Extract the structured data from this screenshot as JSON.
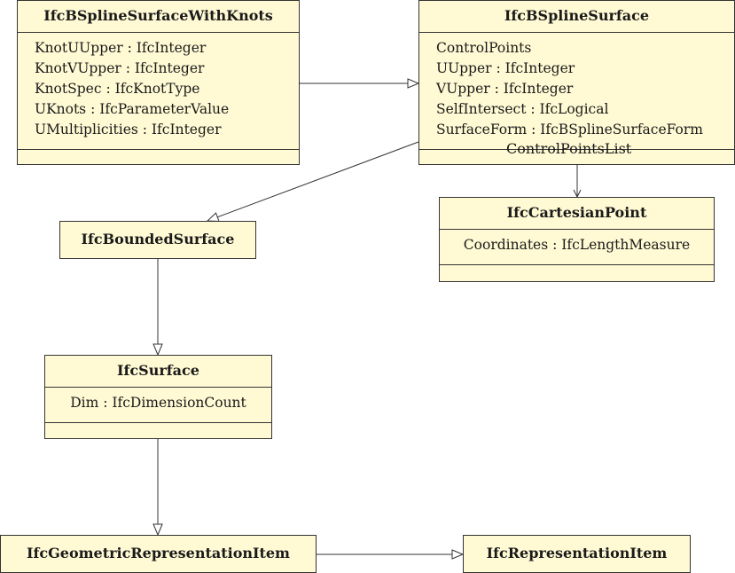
{
  "classes": {
    "bspline_with_knots": {
      "name": "IfcBSplineSurfaceWithKnots",
      "attributes": [
        "KnotUUpper : IfcInteger",
        "KnotVUpper : IfcInteger",
        "KnotSpec : IfcKnotType",
        "UKnots : IfcParameterValue",
        "UMultiplicities : IfcInteger"
      ]
    },
    "bspline_surface": {
      "name": "IfcBSplineSurface",
      "attributes": [
        "ControlPoints",
        "UUpper : IfcInteger",
        "VUpper : IfcInteger",
        "SelfIntersect : IfcLogical",
        "SurfaceForm : IfcBSplineSurfaceForm"
      ]
    },
    "cartesian_point": {
      "name": "IfcCartesianPoint",
      "attributes": [
        "Coordinates : IfcLengthMeasure"
      ]
    },
    "bounded_surface": {
      "name": "IfcBoundedSurface"
    },
    "surface": {
      "name": "IfcSurface",
      "attributes": [
        "Dim : IfcDimensionCount"
      ]
    },
    "geometric_representation_item": {
      "name": "IfcGeometricRepresentationItem"
    },
    "representation_item": {
      "name": "IfcRepresentationItem"
    }
  },
  "associations": {
    "control_points_list": "ControlPointsList"
  },
  "colors": {
    "class_fill": "#fffad4",
    "line": "#333333"
  }
}
